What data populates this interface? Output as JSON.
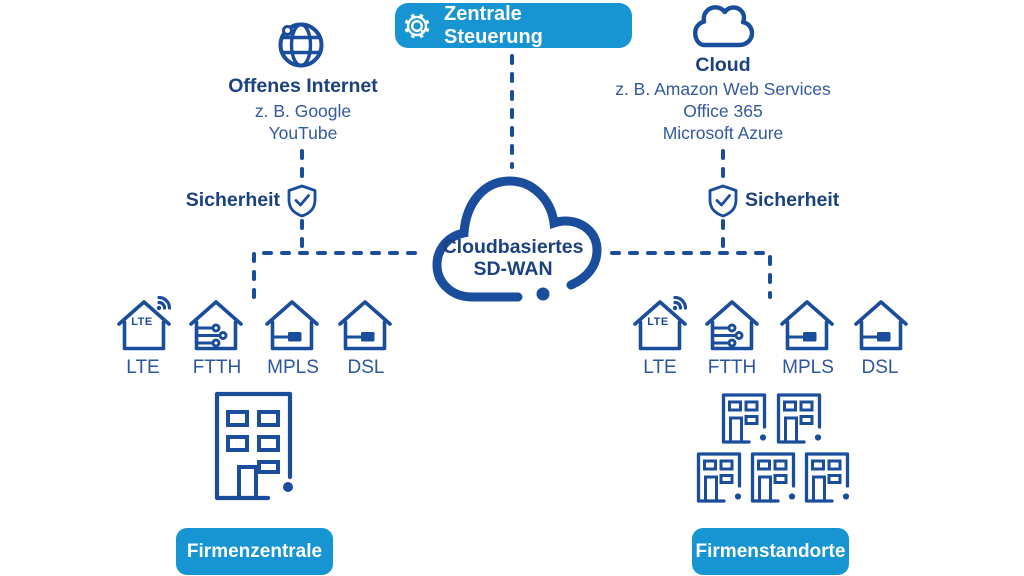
{
  "colors": {
    "accent_blue": "#1795d2",
    "icon_blue": "#1a4d9b",
    "text_dark_blue": "#1c4181",
    "text_light_blue": "#33599e",
    "background": "#ffffff"
  },
  "central_control": {
    "label": "Zentrale Steuerung",
    "icon": "gear-icon"
  },
  "open_internet": {
    "title": "Offenes Internet",
    "examples": [
      "z. B. Google",
      "YouTube"
    ],
    "icon": "globe-icon"
  },
  "cloud": {
    "title": "Cloud",
    "examples": [
      "z. B. Amazon Web Services",
      "Office 365",
      "Microsoft Azure"
    ],
    "icon": "cloud-icon"
  },
  "security": {
    "left_label": "Sicherheit",
    "right_label": "Sicherheit",
    "icon": "shield-check-icon"
  },
  "sdwan": {
    "line1": "Cloudbasiertes",
    "line2": "SD-WAN"
  },
  "access_left": {
    "lte_badge": "LTE",
    "labels": [
      "LTE",
      "FTTH",
      "MPLS",
      "DSL"
    ]
  },
  "access_right": {
    "lte_badge": "LTE",
    "labels": [
      "LTE",
      "FTTH",
      "MPLS",
      "DSL"
    ]
  },
  "sites": {
    "headquarters_label": "Firmenzentrale",
    "branches_label": "Firmenstandorte"
  }
}
